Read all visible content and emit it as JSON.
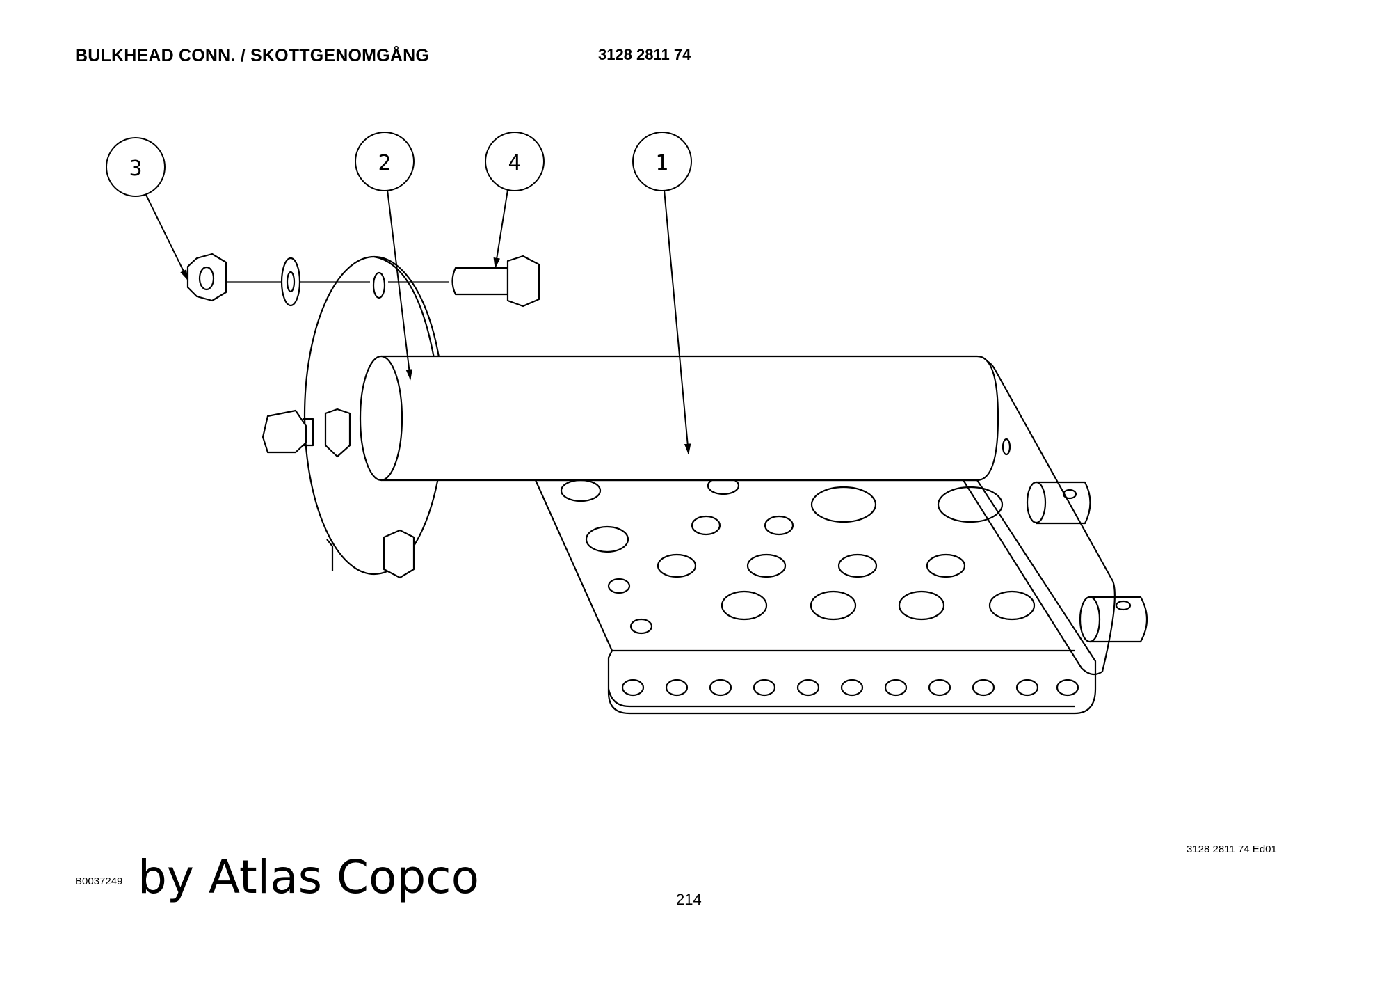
{
  "header": {
    "title": "BULKHEAD CONN. / SKOTTGENOMGÅNG",
    "part_number": "3128 2811 74"
  },
  "callouts": [
    "3",
    "2",
    "4",
    "1"
  ],
  "footer": {
    "edition": "3128 2811 74 Ed01",
    "document_id": "B0037249",
    "brand": "by Atlas Copco",
    "page_number": "214"
  }
}
